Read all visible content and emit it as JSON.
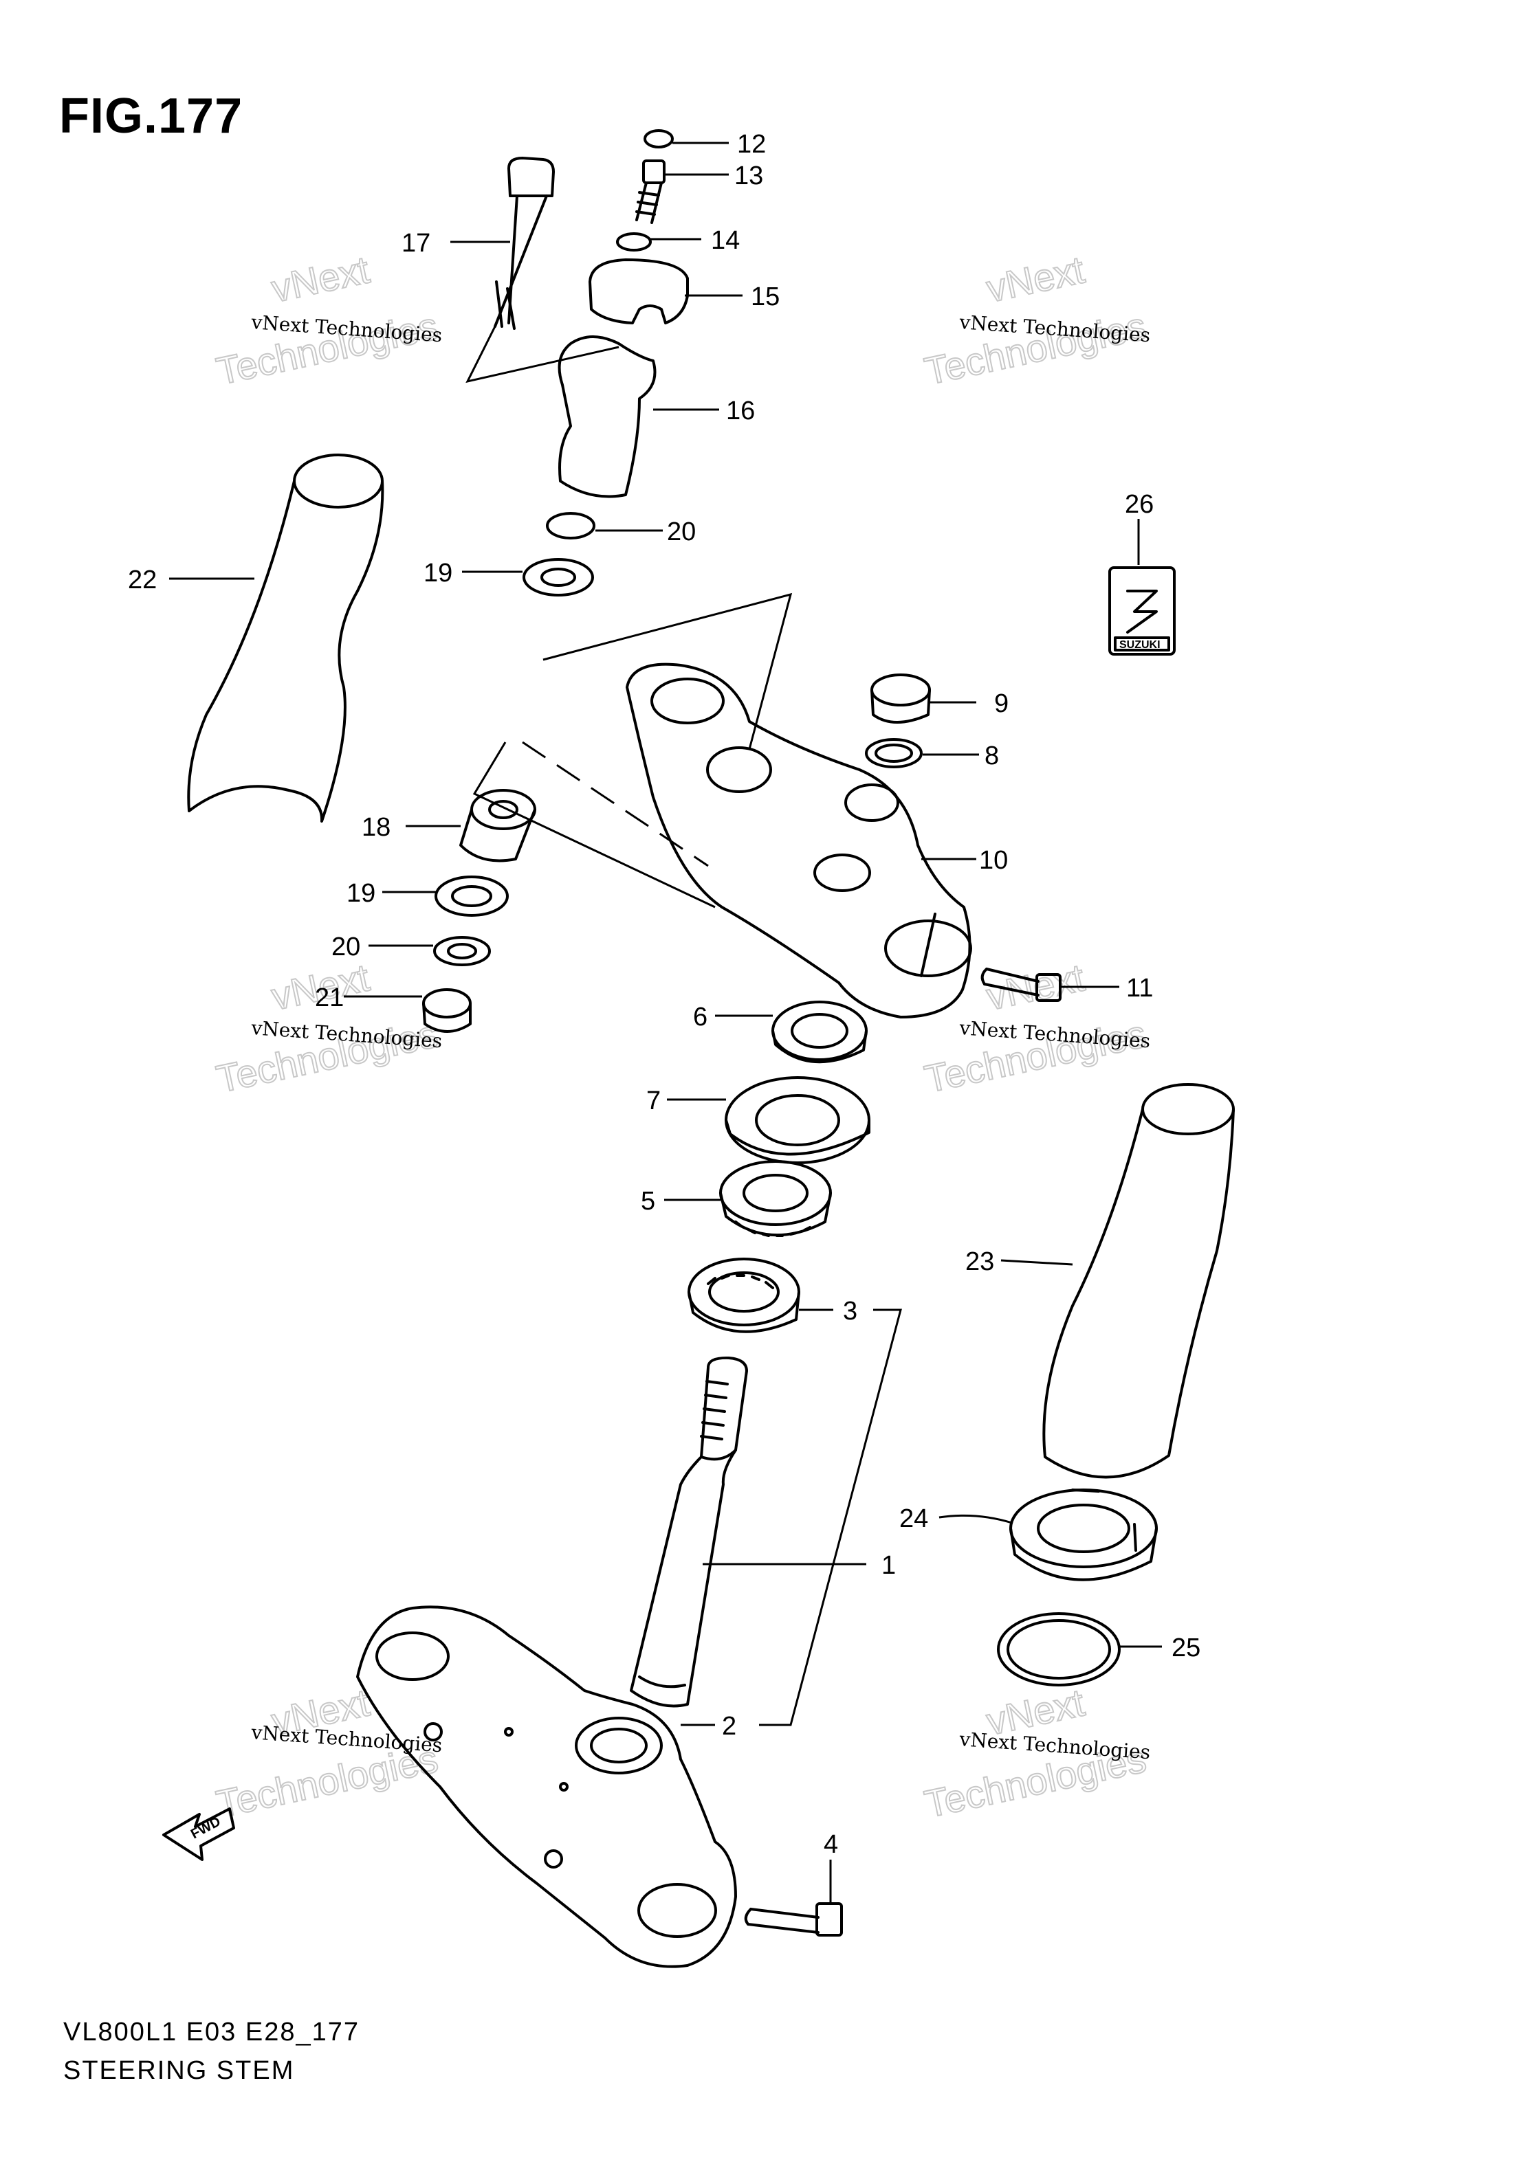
{
  "figure": {
    "title": "FIG.177"
  },
  "footer": {
    "model_code": "VL800L1 E03 E28_177",
    "section_name": "STEERING STEM"
  },
  "watermark": {
    "line1": "vNext Technologies",
    "line2": "vNext",
    "line3": "Technologies"
  },
  "fwd_label": "FWD",
  "logo_text": "SUZUKI",
  "callouts": {
    "c1": "1",
    "c2": "2",
    "c3": "3",
    "c4": "4",
    "c5": "5",
    "c6": "6",
    "c7": "7",
    "c8": "8",
    "c9": "9",
    "c10": "10",
    "c11": "11",
    "c12": "12",
    "c13": "13",
    "c14": "14",
    "c15": "15",
    "c16": "16",
    "c17": "17",
    "c18": "18",
    "c19a": "19",
    "c19b": "19",
    "c20a": "20",
    "c20b": "20",
    "c21": "21",
    "c22": "22",
    "c23": "23",
    "c24": "24",
    "c25": "25",
    "c26": "26"
  }
}
